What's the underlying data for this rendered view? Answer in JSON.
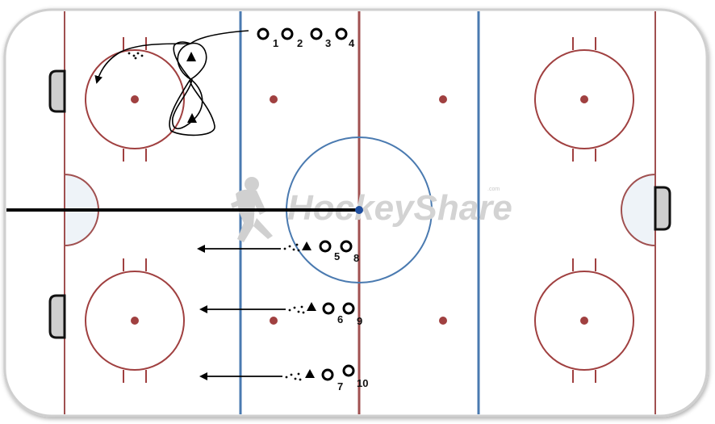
{
  "drill": {
    "top_group_numbers": [
      "1",
      "2",
      "3",
      "4"
    ],
    "rows": [
      {
        "numbers": [
          "5",
          "8"
        ]
      },
      {
        "numbers": [
          "6",
          "9"
        ]
      },
      {
        "numbers": [
          "7",
          "10"
        ]
      }
    ]
  },
  "watermark": {
    "brand": "HockeyShare",
    "suffix": ".com"
  },
  "colors": {
    "boards": "#222222",
    "red_line": "#a05050",
    "blue_line": "#4a7ab0",
    "faceoff": "#a04040",
    "crease": "#eef3f8",
    "puck": "#1f4fa0"
  }
}
